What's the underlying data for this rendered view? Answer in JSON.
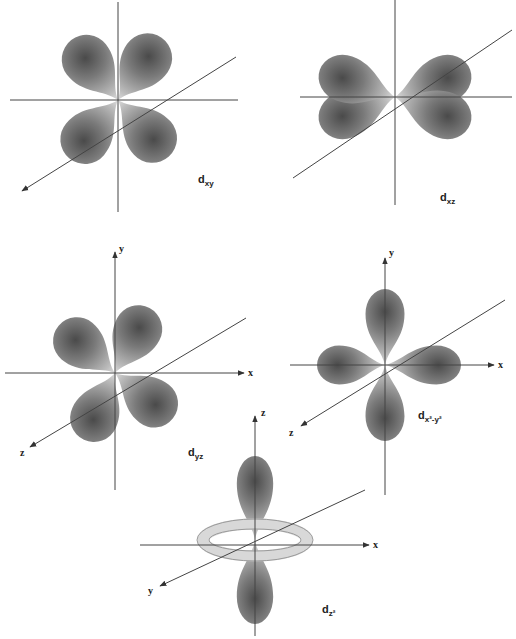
{
  "diagram": {
    "labels": [
      "dxy",
      "dxz",
      "y",
      "x",
      "z",
      "dyz",
      "y",
      "x",
      "z",
      "dx²-y²",
      "z",
      "y",
      "x",
      "dz²"
    ]
  }
}
